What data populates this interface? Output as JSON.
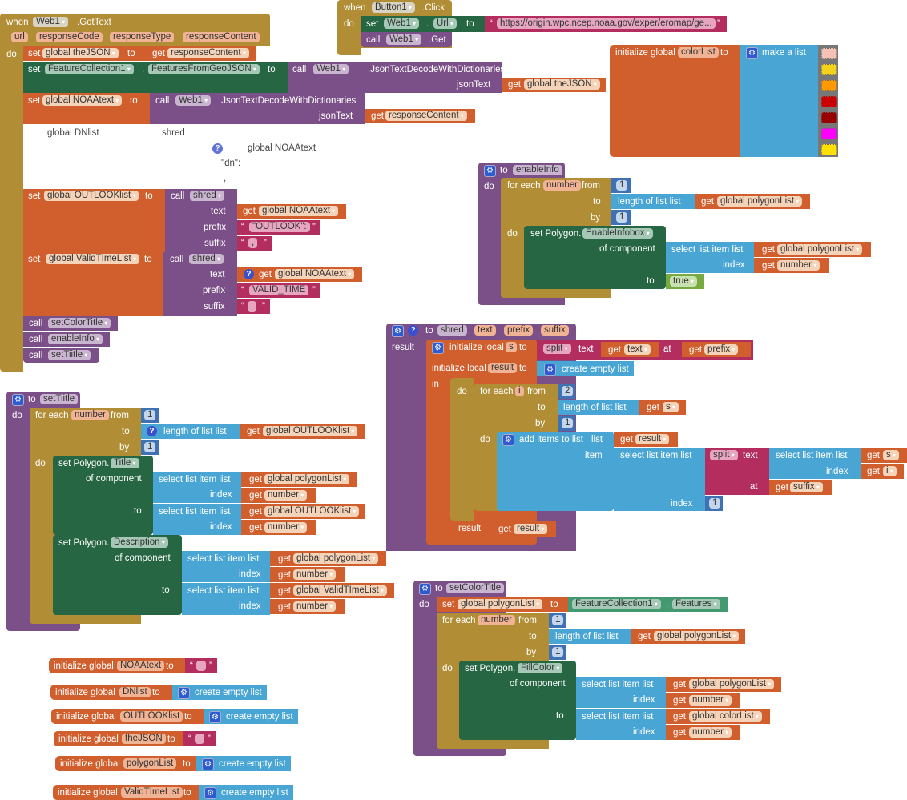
{
  "colors": {
    "control": "#b18e35",
    "procedure": "#7b4f87",
    "variable": "#d05f2d",
    "component_setter": "#266643",
    "list": "#49a6d4",
    "text": "#b32d5e",
    "math": "#3f71b5",
    "logic": "#77ab41",
    "component_getter": "#439970"
  },
  "got_text": {
    "when": "when",
    "component": "Web1",
    "event": ".GotText",
    "params": [
      "url",
      "responseCode",
      "responseType",
      "responseContent"
    ],
    "do": "do",
    "set": "set",
    "to": "to",
    "get": "get",
    "call": "call",
    "json_text": "jsonText",
    "s1_var": "global theJSON",
    "s1_get": "responseContent",
    "s2_comp": "FeatureCollection1",
    "s2_dot": ".",
    "s2_prop": "FeaturesFromGeoJSON",
    "s2_call_comp": "Web1",
    "s2_method": ".JsonTextDecodeWithDictionaries",
    "s2_get": "global theJSON",
    "s3_var": "global NOAAtext",
    "s3_call_comp": "Web1",
    "s3_method": ".JsonTextDecodeWithDictionaries",
    "s3_get": "responseContent",
    "disabled": {
      "var": "global DNlist",
      "proc": "shred",
      "text_get": "global NOAAtext",
      "prefix": "\"dn\":",
      "suffix": ","
    },
    "s4_var": "global OUTLOOKlist",
    "s4_proc": "shred",
    "s4_text_label": "text",
    "s4_text_get": "global NOAAtext",
    "s4_prefix_label": "prefix",
    "s4_prefix": "\"OUTLOOK\":",
    "s4_suffix_label": "suffix",
    "s4_suffix": ",",
    "s5_var": "global ValidTImeList",
    "s5_proc": "shred",
    "s5_text_label": "text",
    "s5_text_get": "global NOAAtext",
    "s5_prefix_label": "prefix",
    "s5_prefix": "VALID_TIME",
    "s5_suffix_label": "suffix",
    "s5_suffix": ",",
    "calls": [
      "setColorTitle",
      "enableInfo",
      "setTiitle"
    ]
  },
  "button_click": {
    "when": "when",
    "component": "Button1",
    "event": ".Click",
    "do": "do",
    "set": "set",
    "set_comp": "Web1",
    "dot": ".",
    "set_prop": "Url",
    "to": "to",
    "url": "https://origin.wpc.ncep.noaa.gov/exper/eromap/ge...",
    "call": "call",
    "call_comp": "Web1",
    "call_method": ".Get"
  },
  "color_list": {
    "label": "initialize global",
    "name": "colorList",
    "to": "to",
    "make": "make a list",
    "swatches": [
      "#f5c2b5",
      "#f2d21a",
      "#ff9900",
      "#cc0000",
      "#990000",
      "#ff00ff",
      "#ffe000"
    ]
  },
  "enable_info": {
    "to": "to",
    "name": "enableInfo",
    "do": "do",
    "for_each": "for each",
    "var": "number",
    "from": "from",
    "from_val": "1",
    "to_label": "to",
    "length": "length of list  list",
    "get": "get",
    "list_var": "global polygonList",
    "by": "by",
    "by_val": "1",
    "set_poly": "set Polygon.",
    "prop": "EnableInfobox",
    "of_component": "of component",
    "select": "select list item  list",
    "index": "index",
    "index_var": "number",
    "to2": "to",
    "bool": "true"
  },
  "shred": {
    "to": "to",
    "name": "shred",
    "params": [
      "text",
      "prefix",
      "suffix"
    ],
    "result": "result",
    "init_local": "initialize local",
    "s": "s",
    "to_label": "to",
    "split": "split",
    "text_label": "text",
    "get": "get",
    "text_var": "text",
    "at": "at",
    "prefix_var": "prefix",
    "init_local2": "initialize local",
    "result_var": "result",
    "create_empty": "create empty list",
    "in": "in",
    "do": "do",
    "for_each": "for each",
    "i": "i",
    "from": "from",
    "from_val": "2",
    "length": "length of list  list",
    "s_var": "s",
    "by": "by",
    "by_val": "1",
    "add_items": "add items to list",
    "list_label": "list",
    "item": "item",
    "select": "select list item  list",
    "index": "index",
    "i_var": "i",
    "suffix_var": "suffix",
    "index_val": "1"
  },
  "set_title": {
    "to": "to",
    "name": "setTiitle",
    "do": "do",
    "for_each": "for each",
    "var": "number",
    "from": "from",
    "from_val": "1",
    "to_label": "to",
    "length": "length of list  list",
    "get": "get",
    "list_var": "global OUTLOOKlist",
    "by": "by",
    "by_val": "1",
    "set_poly": "set Polygon.",
    "prop1": "Title",
    "of_component": "of component",
    "select": "select list item  list",
    "poly_var": "global polygonList",
    "index": "index",
    "index_var": "number",
    "outlook_var": "global OUTLOOKlist",
    "prop2": "Description",
    "valid_var": "global ValidTImeList"
  },
  "set_color_title": {
    "to": "to",
    "name": "setColorTitle",
    "do": "do",
    "set": "set",
    "poly_var": "global polygonList",
    "comp": "FeatureCollection1",
    "dot": ".",
    "prop": "Features",
    "for_each": "for each",
    "var": "number",
    "from": "from",
    "from_val": "1",
    "length": "length of list  list",
    "get": "get",
    "by": "by",
    "by_val": "1",
    "set_poly": "set Polygon.",
    "fill": "FillColor",
    "of_component": "of component",
    "select": "select list item  list",
    "index": "index",
    "index_var": "number",
    "color_var": "global colorList"
  },
  "globals": {
    "label": "initialize global",
    "to": "to",
    "create_empty": "create empty list",
    "items": [
      {
        "name": "NOAAtext",
        "value": "text"
      },
      {
        "name": "DNlist",
        "value": "list"
      },
      {
        "name": "OUTLOOKlist",
        "value": "list"
      },
      {
        "name": "theJSON",
        "value": "text"
      },
      {
        "name": "polygonList",
        "value": "list"
      },
      {
        "name": "ValidTImeList",
        "value": "list"
      }
    ]
  }
}
